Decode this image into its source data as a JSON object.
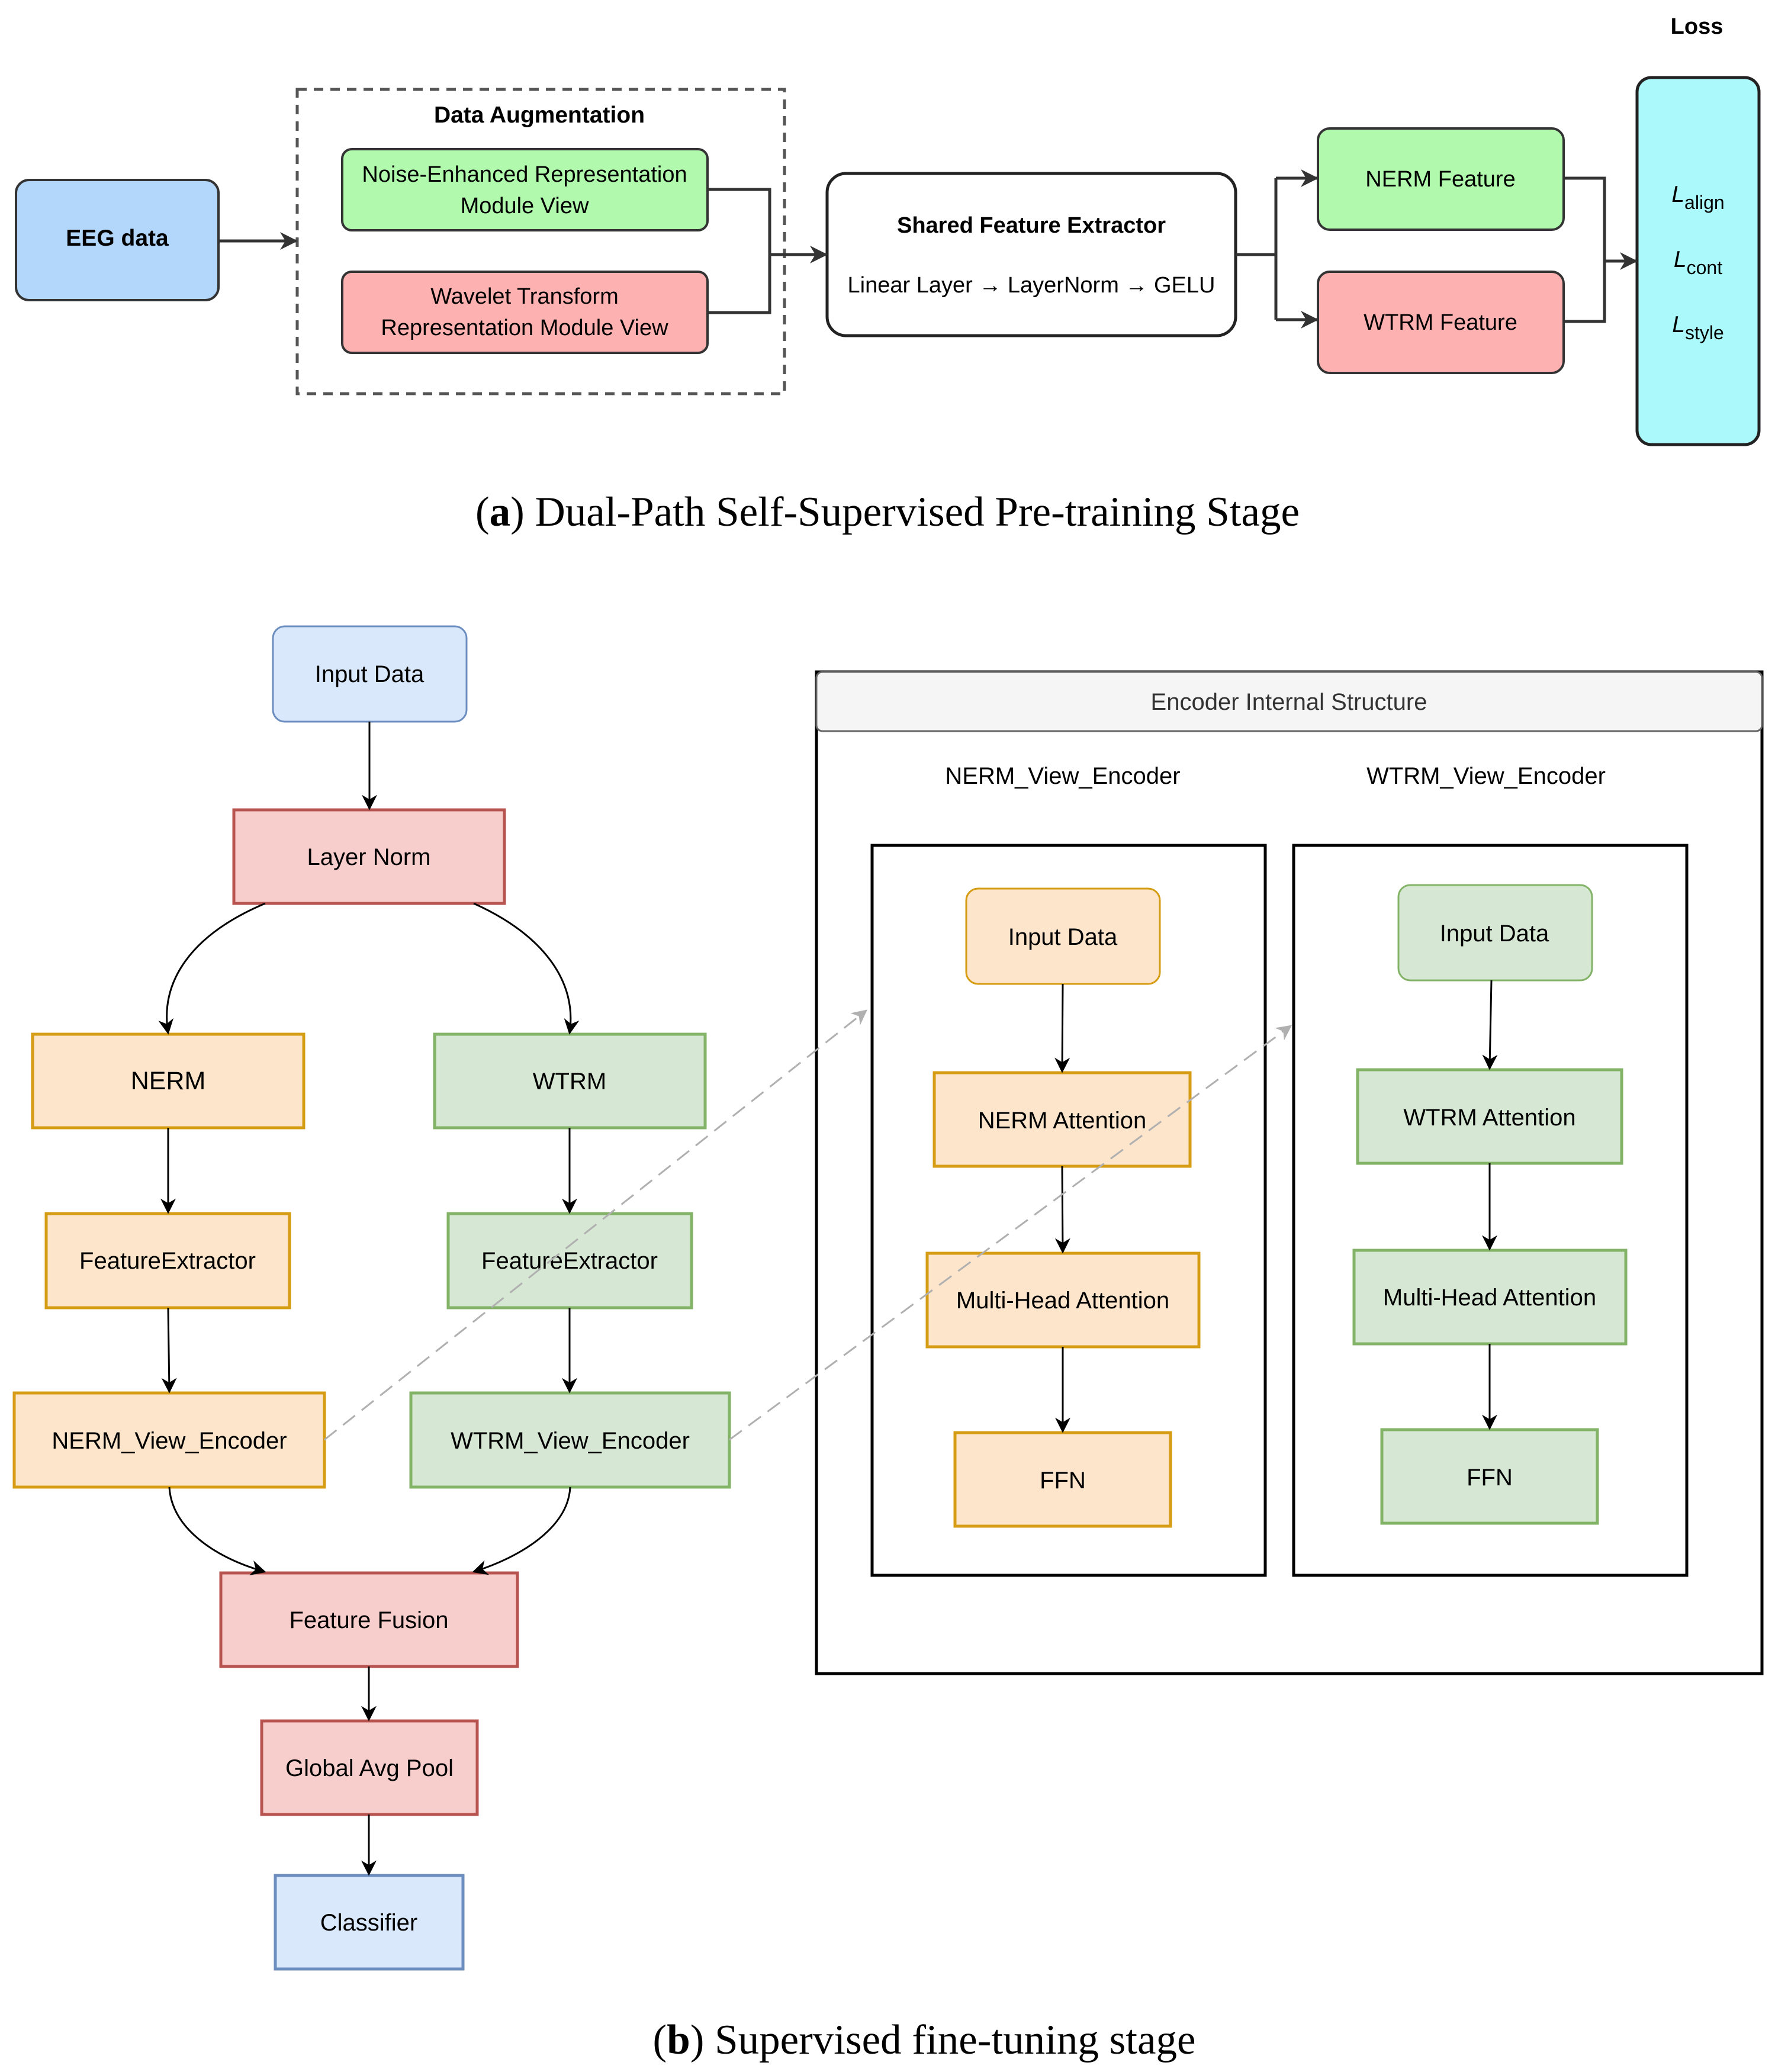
{
  "colors": {
    "blue_fill": "#b3d6fb",
    "green_fill": "#b1f9ad",
    "red_fill": "#feb1b1",
    "cyan_fill": "#abf9fb",
    "orange_fill": "#fde5cc",
    "orange_stroke": "#d69d14",
    "sgreen_fill": "#d6e8d4",
    "sgreen_stroke": "#82b366",
    "pink_fill": "#f8cecc",
    "pink_stroke": "#b85450",
    "lblue_fill": "#dae8fc",
    "lblue_stroke": "#6c8ebf"
  },
  "stage_a": {
    "caption_letter": "a",
    "caption_text": "Dual-Path Self-Supervised Pre-training Stage",
    "eeg": "EEG data",
    "aug_title": "Data Augmentation",
    "nerm_view": [
      "Noise-Enhanced Representation",
      "Module View"
    ],
    "wtrm_view": [
      "Wavelet Transform",
      "Representation Module View"
    ],
    "sfe_title": "Shared Feature Extractor",
    "sfe_body": "Linear Layer → LayerNorm → GELU",
    "nerm_feature": "NERM Feature",
    "wtrm_feature": "WTRM Feature",
    "loss_title": "Loss",
    "losses": [
      {
        "sym": "L",
        "sub": "align"
      },
      {
        "sym": "L",
        "sub": "cont"
      },
      {
        "sym": "L",
        "sub": "style"
      }
    ]
  },
  "stage_b": {
    "caption_letter": "b",
    "caption_text": "Supervised fine-tuning stage",
    "input": "Input Data",
    "layer_norm": "Layer Norm",
    "nerm": "NERM",
    "wtrm": "WTRM",
    "fe_left": "FeatureExtractor",
    "fe_right": "FeatureExtractor",
    "nerm_enc": "NERM_View_Encoder",
    "wtrm_enc": "WTRM_View_Encoder",
    "fusion": "Feature Fusion",
    "pool": "Global Avg Pool",
    "classifier": "Classifier",
    "enc_title": "Encoder Internal Structure",
    "nerm_enc_label": "NERM_View_Encoder",
    "wtrm_enc_label": "WTRM_View_Encoder",
    "nerm_stack": [
      "Input Data",
      "NERM Attention",
      "Multi-Head Attention",
      "FFN"
    ],
    "wtrm_stack": [
      "Input Data",
      "WTRM Attention",
      "Multi-Head Attention",
      "FFN"
    ]
  }
}
